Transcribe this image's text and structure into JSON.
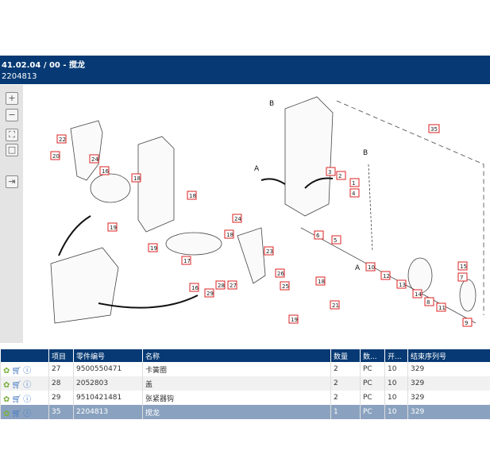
{
  "header": {
    "title": "41.02.04 / 00 - 搅龙",
    "subtitle": "2204813"
  },
  "toolbar": {
    "zoom_in": "+",
    "zoom_out": "−",
    "fit": "⛶",
    "reset": "□",
    "export": "⇥"
  },
  "callouts": [
    "22",
    "20",
    "24",
    "16",
    "18",
    "18",
    "19",
    "19",
    "17",
    "24",
    "18",
    "23",
    "26",
    "25",
    "18",
    "21",
    "19",
    "16",
    "29",
    "28",
    "27",
    "35",
    "3",
    "2",
    "1",
    "4",
    "6",
    "5",
    "10",
    "12",
    "13",
    "14",
    "8",
    "11",
    "7",
    "15",
    "9"
  ],
  "view_labels": {
    "a1": "A",
    "b1": "B",
    "a2": "A",
    "b2": "B"
  },
  "table": {
    "headers": [
      "",
      "项目",
      "零件编号",
      "名称",
      "数量",
      "数...",
      "开...",
      "结束序列号"
    ],
    "rows": [
      {
        "item": "27",
        "part": "9500550471",
        "name": "卡簧圈",
        "qty": "2",
        "unit": "PC",
        "start": "10",
        "end": "329"
      },
      {
        "item": "28",
        "part": "2052803",
        "name": "盖",
        "qty": "2",
        "unit": "PC",
        "start": "10",
        "end": "329"
      },
      {
        "item": "29",
        "part": "9510421481",
        "name": "张紧器钩",
        "qty": "2",
        "unit": "PC",
        "start": "10",
        "end": "329"
      },
      {
        "item": "35",
        "part": "2204813",
        "name": "搅龙",
        "qty": "1",
        "unit": "PC",
        "start": "10",
        "end": "329"
      }
    ]
  }
}
